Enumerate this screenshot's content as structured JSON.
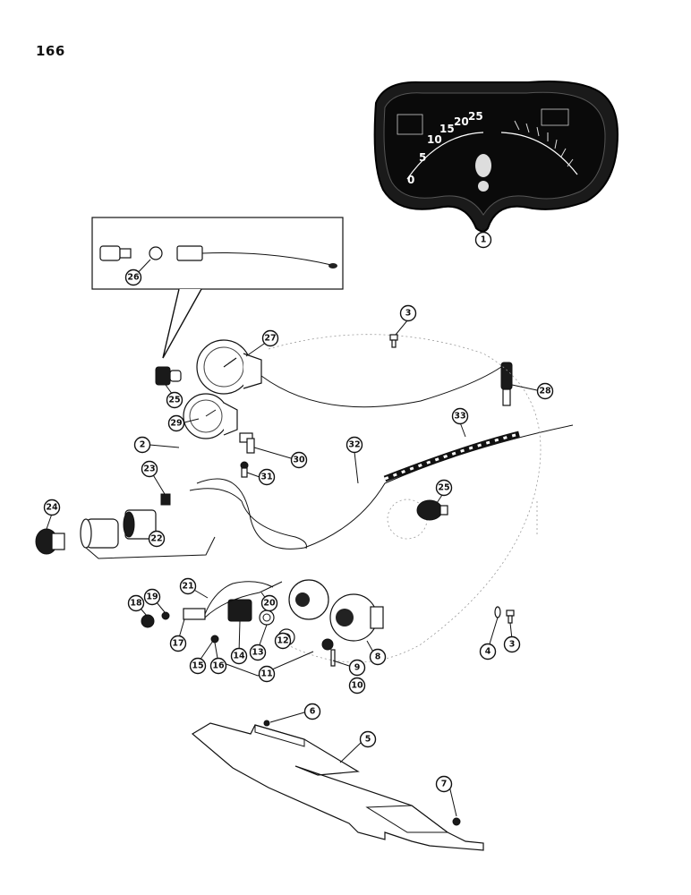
{
  "page": {
    "number": "166"
  },
  "panel": {
    "scale_labels": [
      "0",
      "5",
      "10",
      "15",
      "20",
      "25"
    ]
  },
  "callouts": [
    {
      "id": "c1",
      "label": "1"
    },
    {
      "id": "c2",
      "label": "2"
    },
    {
      "id": "c3a",
      "label": "3"
    },
    {
      "id": "c3b",
      "label": "3"
    },
    {
      "id": "c4",
      "label": "4"
    },
    {
      "id": "c5",
      "label": "5"
    },
    {
      "id": "c6",
      "label": "6"
    },
    {
      "id": "c7",
      "label": "7"
    },
    {
      "id": "c8",
      "label": "8"
    },
    {
      "id": "c9",
      "label": "9"
    },
    {
      "id": "c10",
      "label": "10"
    },
    {
      "id": "c11",
      "label": "11"
    },
    {
      "id": "c12",
      "label": "12"
    },
    {
      "id": "c13",
      "label": "13"
    },
    {
      "id": "c14",
      "label": "14"
    },
    {
      "id": "c15",
      "label": "15"
    },
    {
      "id": "c16",
      "label": "16"
    },
    {
      "id": "c17",
      "label": "17"
    },
    {
      "id": "c18",
      "label": "18"
    },
    {
      "id": "c19",
      "label": "19"
    },
    {
      "id": "c20",
      "label": "20"
    },
    {
      "id": "c21",
      "label": "21"
    },
    {
      "id": "c22",
      "label": "22"
    },
    {
      "id": "c23",
      "label": "23"
    },
    {
      "id": "c24",
      "label": "24"
    },
    {
      "id": "c25a",
      "label": "25"
    },
    {
      "id": "c25b",
      "label": "25"
    },
    {
      "id": "c26",
      "label": "26"
    },
    {
      "id": "c27",
      "label": "27"
    },
    {
      "id": "c28",
      "label": "28"
    },
    {
      "id": "c29",
      "label": "29"
    },
    {
      "id": "c30",
      "label": "30"
    },
    {
      "id": "c31",
      "label": "31"
    },
    {
      "id": "c32",
      "label": "32"
    },
    {
      "id": "c33",
      "label": "33"
    }
  ]
}
